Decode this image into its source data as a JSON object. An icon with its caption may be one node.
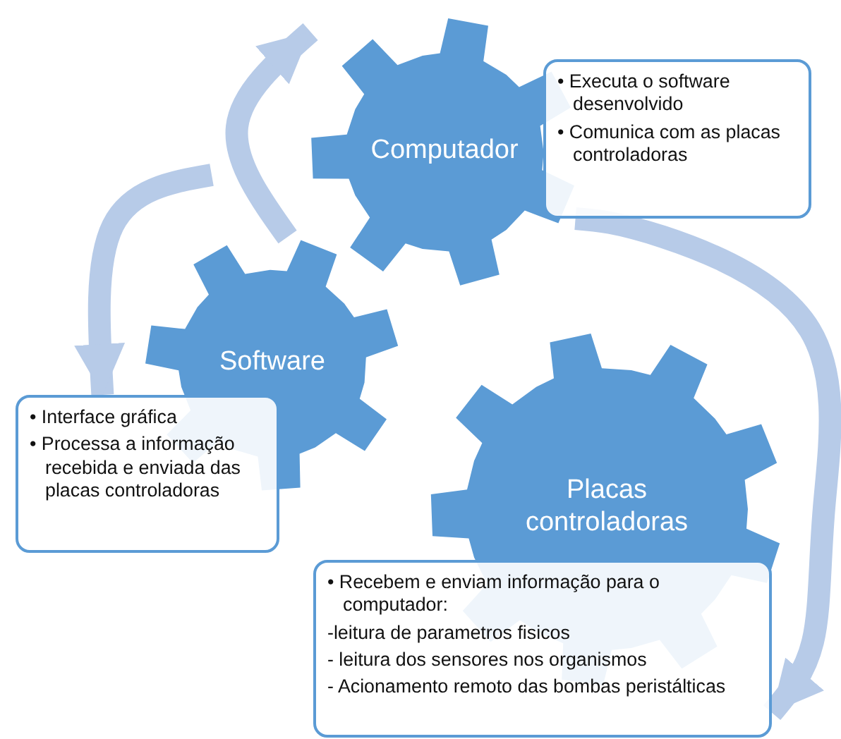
{
  "diagram": {
    "nodes": [
      {
        "text": [
          "Computador"
        ]
      },
      {
        "text": [
          "• Executa o software desenvolvido",
          "• Comunica com as placas controladoras"
        ]
      },
      {
        "text": [
          "Software"
        ]
      },
      {
        "text": [
          "• Interface gráfica",
          "• Processa a informação recebida e enviada das placas controladoras"
        ]
      },
      {
        "text": [
          "Placas controladoras"
        ]
      },
      {
        "text": [
          "• Recebem e enviam informação para o computador:",
          "-leitura de parametros fisicos",
          "- leitura dos sensores nos organismos",
          "- Acionamento remoto das bombas peristálticas"
        ]
      }
    ],
    "edges": [
      {
        "from": 2,
        "to": 0,
        "arrow": "to"
      },
      {
        "from": null,
        "to": 3,
        "arrow": "to"
      },
      {
        "from": 1,
        "to": 5,
        "arrow": "to"
      }
    ]
  }
}
